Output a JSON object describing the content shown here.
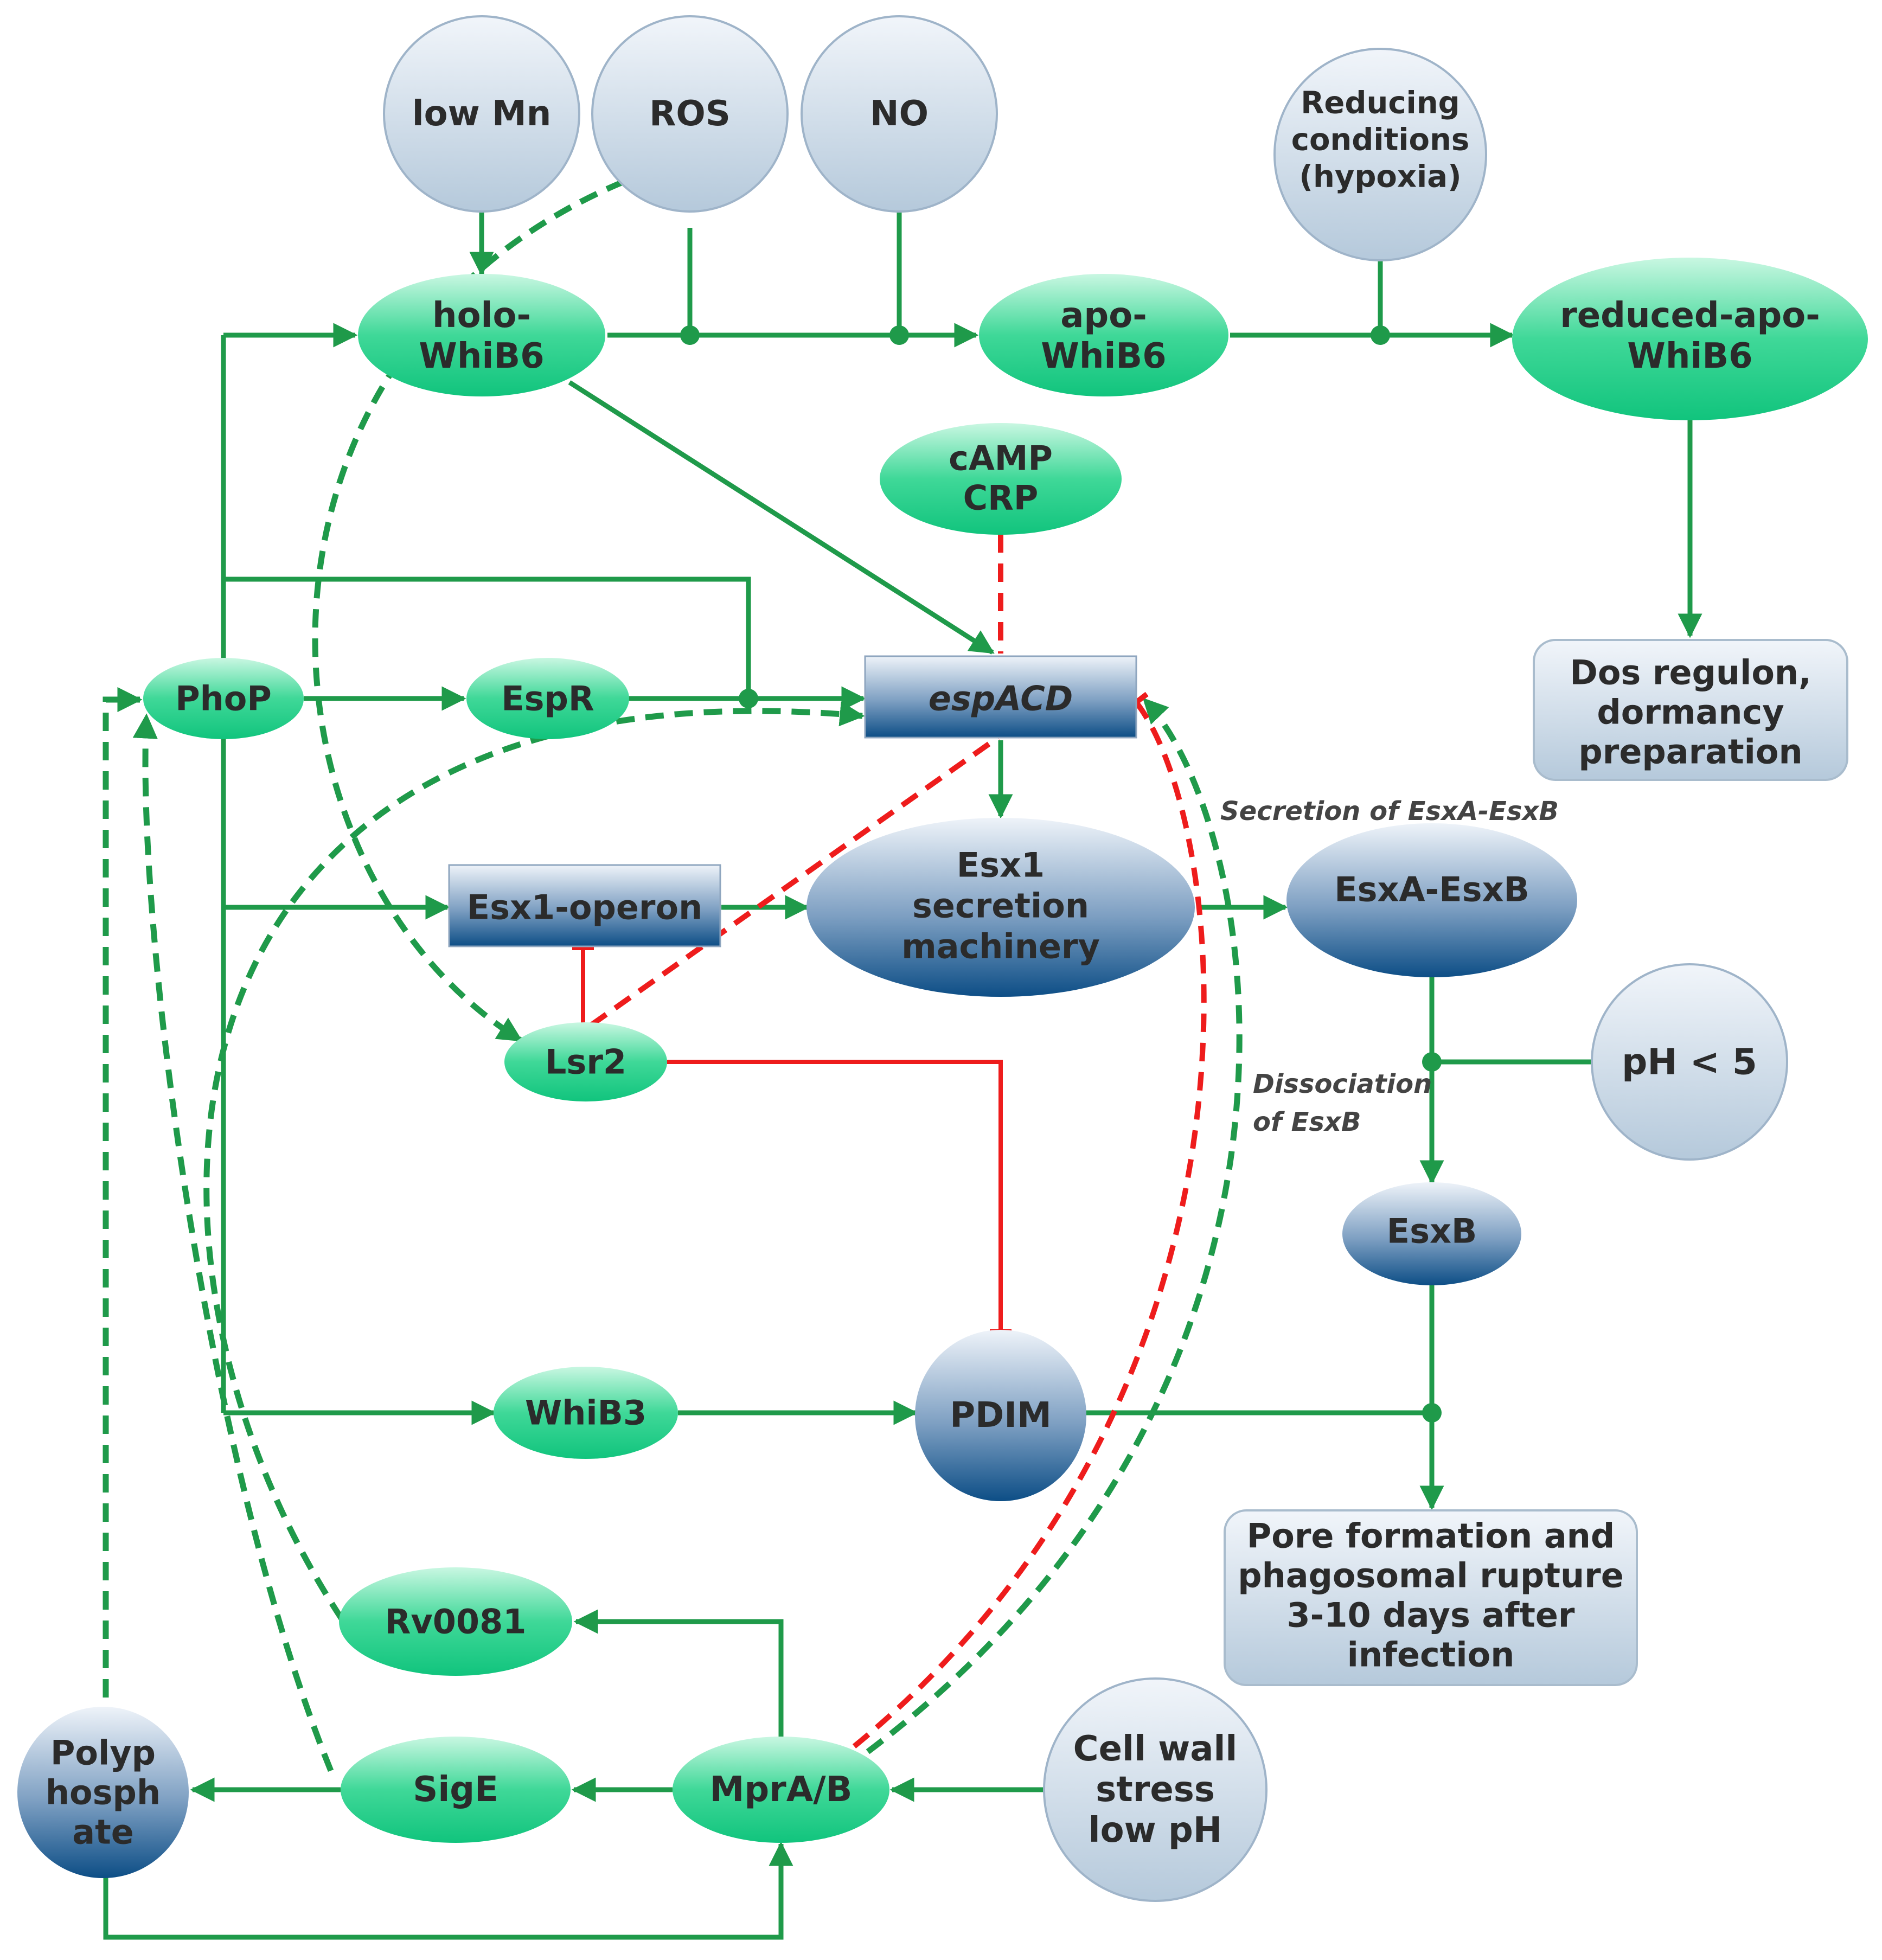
{
  "colors": {
    "green_node_top": "#c9f7e2",
    "green_node_bottom": "#11c47d",
    "blue_node_top": "#eef3f9",
    "blue_node_bottom": "#0d4e86",
    "grey_node_top": "#f1f5fa",
    "grey_node_bottom": "#b5c9db",
    "activation_edge": "#1f9a4a",
    "inhibition_edge": "#ee1c1c"
  },
  "nodes": {
    "low_mn": "low Mn",
    "ros": "ROS",
    "no": "NO",
    "reducing": [
      "Reducing",
      "conditions",
      "(hypoxia)"
    ],
    "holo_whib6": [
      "holo-",
      "WhiB6"
    ],
    "apo_whib6": [
      "apo-",
      "WhiB6"
    ],
    "reduced_apo_whib6": [
      "reduced-apo-",
      "WhiB6"
    ],
    "camp_crp": [
      "cAMP",
      "CRP"
    ],
    "dos_regulon": [
      "Dos regulon,",
      "dormancy",
      "preparation"
    ],
    "phop": "PhoP",
    "espr": "EspR",
    "espacd": "espACD",
    "esx1_operon": "Esx1-operon",
    "esx1_machinery": [
      "Esx1",
      "secretion",
      "machinery"
    ],
    "esxa_esxb": "EsxA-EsxB",
    "ph5": "pH < 5",
    "lsr2": "Lsr2",
    "esxb": "EsxB",
    "whib3": "WhiB3",
    "pdim": "PDIM",
    "pore": [
      "Pore formation and",
      "phagosomal rupture",
      "3-10 days after",
      "infection"
    ],
    "rv0081": "Rv0081",
    "polyphosphate": [
      "Polyp",
      "hosph",
      "ate"
    ],
    "sige": "SigE",
    "mprab": "MprA/B",
    "cell_wall": [
      "Cell wall",
      "stress",
      "low pH"
    ]
  },
  "annotations": {
    "secretion": "Secretion of EsxA-EsxB",
    "dissociation": [
      "Dissociation",
      "of EsxB"
    ]
  }
}
